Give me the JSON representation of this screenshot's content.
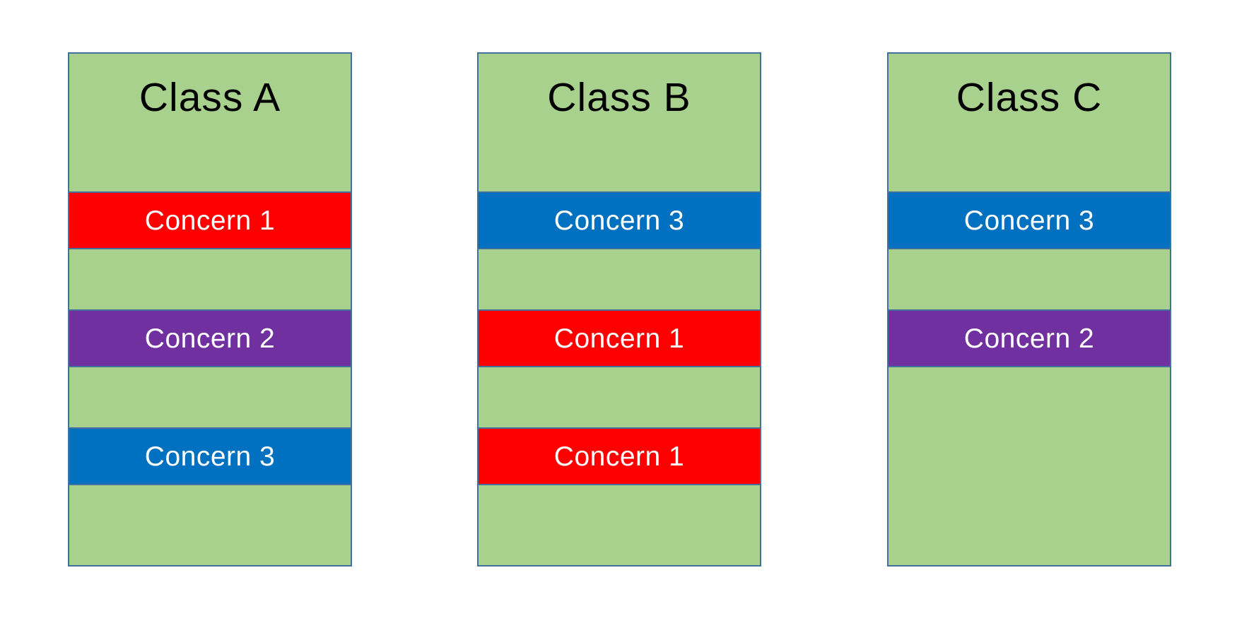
{
  "diagram": {
    "description": "Three class boxes with cross-cutting concern bands",
    "colors": {
      "class_fill": "#A9D18E",
      "outline": "#41719C",
      "concern_1": "#FF0000",
      "concern_2": "#7030A0",
      "concern_3": "#0070C0",
      "band_text": "#FFFFFF",
      "title_text": "#000000",
      "background": "#FFFFFF"
    },
    "columns": [
      {
        "title": "Class A",
        "bands": [
          {
            "label": "Concern 1",
            "color": "#FF0000"
          },
          {
            "label": "Concern 2",
            "color": "#7030A0"
          },
          {
            "label": "Concern 3",
            "color": "#0070C0"
          }
        ]
      },
      {
        "title": "Class B",
        "bands": [
          {
            "label": "Concern 3",
            "color": "#0070C0"
          },
          {
            "label": "Concern 1",
            "color": "#FF0000"
          },
          {
            "label": "Concern 1",
            "color": "#FF0000"
          }
        ]
      },
      {
        "title": "Class C",
        "bands": [
          {
            "label": "Concern 3",
            "color": "#0070C0"
          },
          {
            "label": "Concern 2",
            "color": "#7030A0"
          }
        ]
      }
    ]
  }
}
